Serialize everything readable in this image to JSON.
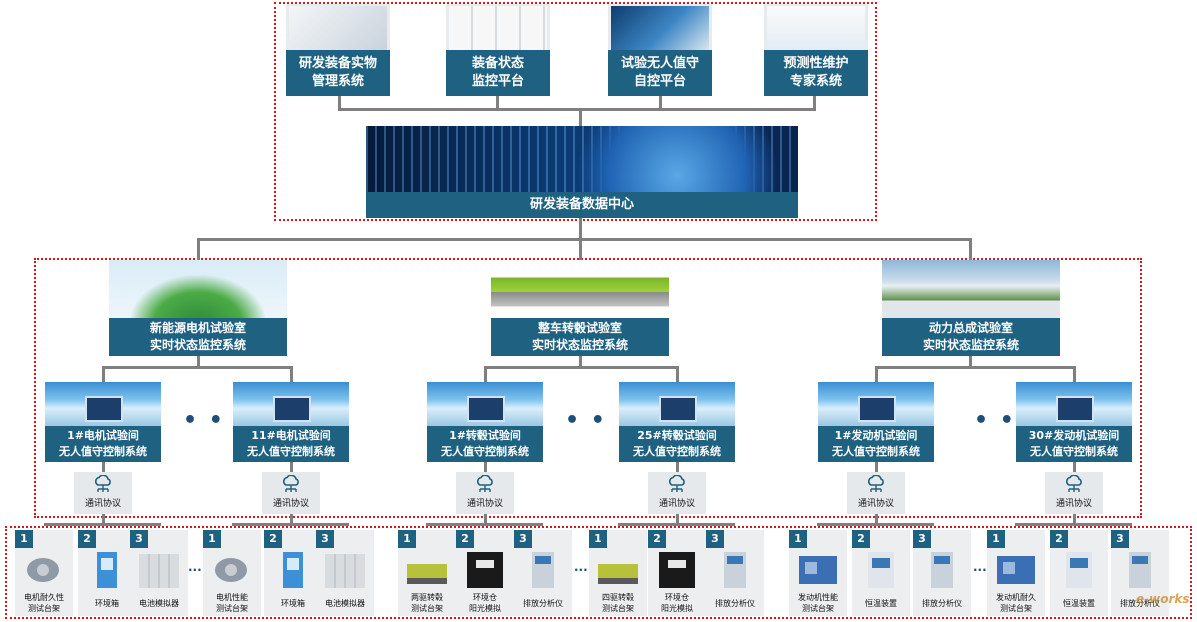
{
  "top_systems": [
    {
      "line1": "研发装备实物",
      "line2": "管理系统"
    },
    {
      "line1": "装备状态",
      "line2": "监控平台"
    },
    {
      "line1": "试验无人值守",
      "line2": "自控平台"
    },
    {
      "line1": "预测性维护",
      "line2": "专家系统"
    }
  ],
  "data_center": {
    "label": "研发装备数据中心"
  },
  "labs": [
    {
      "line1": "新能源电机试验室",
      "line2": "实时状态监控系统"
    },
    {
      "line1": "整车转毂试验室",
      "line2": "实时状态监控系统"
    },
    {
      "line1": "动力总成试验室",
      "line2": "实时状态监控系统"
    }
  ],
  "rooms": [
    {
      "line1": "1#电机试验间",
      "line2": "无人值守控制系统"
    },
    {
      "line1": "11#电机试验间",
      "line2": "无人值守控制系统"
    },
    {
      "line1": "1#转毂试验间",
      "line2": "无人值守控制系统"
    },
    {
      "line1": "25#转毂试验间",
      "line2": "无人值守控制系统"
    },
    {
      "line1": "1#发动机试验间",
      "line2": "无人值守控制系统"
    },
    {
      "line1": "30#发动机试验间",
      "line2": "无人值守控制系统"
    }
  ],
  "ellipsis": "• • •",
  "small_ellipsis": "···",
  "protocol_label": "通讯协议",
  "devices": [
    {
      "num": "1",
      "line1": "电机耐久性",
      "line2": "测试台架"
    },
    {
      "num": "2",
      "line1": "环境箱",
      "line2": ""
    },
    {
      "num": "3",
      "line1": "电池模拟器",
      "line2": ""
    },
    {
      "num": "1",
      "line1": "电机性能",
      "line2": "测试台架"
    },
    {
      "num": "2",
      "line1": "环境箱",
      "line2": ""
    },
    {
      "num": "3",
      "line1": "电池模拟器",
      "line2": ""
    },
    {
      "num": "1",
      "line1": "两驱转毂",
      "line2": "测试台架"
    },
    {
      "num": "2",
      "line1": "环境仓",
      "line2": "阳光模拟"
    },
    {
      "num": "3",
      "line1": "排放分析仪",
      "line2": ""
    },
    {
      "num": "1",
      "line1": "四驱转毂",
      "line2": "测试台架"
    },
    {
      "num": "2",
      "line1": "环境仓",
      "line2": "阳光模拟"
    },
    {
      "num": "3",
      "line1": "排放分析仪",
      "line2": ""
    },
    {
      "num": "1",
      "line1": "发动机性能",
      "line2": "测试台架"
    },
    {
      "num": "2",
      "line1": "恒温装置",
      "line2": ""
    },
    {
      "num": "3",
      "line1": "排放分析仪",
      "line2": ""
    },
    {
      "num": "1",
      "line1": "发动机耐久",
      "line2": "测试台架"
    },
    {
      "num": "2",
      "line1": "恒温装置",
      "line2": ""
    },
    {
      "num": "3",
      "line1": "排放分析仪",
      "line2": ""
    }
  ],
  "watermark": "e-works",
  "colors": {
    "accent": "#1f6181",
    "border": "#d9141c",
    "connector": "#7f7f7f"
  }
}
